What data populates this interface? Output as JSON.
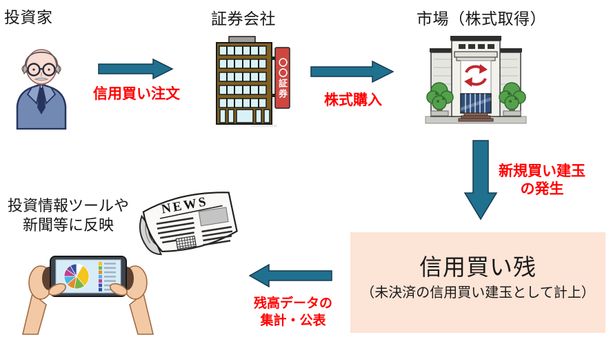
{
  "diagram": {
    "investor": {
      "label": "投資家"
    },
    "securities": {
      "label": "証券会社",
      "sign_text": "〇〇証券"
    },
    "market": {
      "label": "市場（株式取得）"
    },
    "flow_arrows": {
      "order_label": "信用買い注文",
      "purchase_label": "株式購入",
      "new_position_line1": "新規買い建玉",
      "new_position_line2": "の発生",
      "publish_line1": "残高データの",
      "publish_line2": "集計・公表"
    },
    "balance_box": {
      "title": "信用買い残",
      "subtitle": "（未決済の信用買い建玉として計上）"
    },
    "media": {
      "line1": "投資情報ツールや",
      "line2": "新聞等に反映",
      "newspaper_masthead": "NEWS"
    },
    "colors": {
      "arrow_fill": "#20708F",
      "arrow_stroke": "#16384C",
      "red_label": "#FF0000",
      "box_fill": "#FCE4D6",
      "sign_red": "#CE4640",
      "building_brown": "#80601F",
      "window_cyan": "#D9F2F6"
    }
  }
}
